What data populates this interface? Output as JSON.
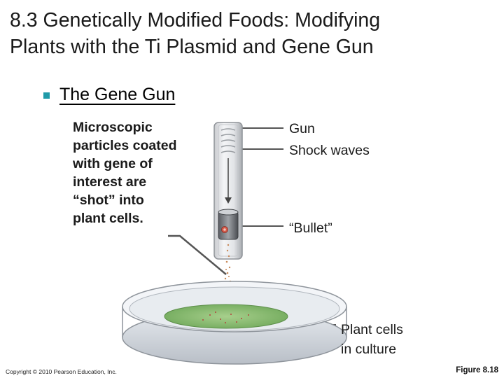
{
  "title": {
    "line1": "8.3 Genetically Modified Foods: Modifying",
    "line2": "Plants with the Ti Plasmid and Gene Gun"
  },
  "bullet": {
    "text": "The Gene Gun"
  },
  "description": {
    "lines": [
      "Microscopic",
      "particles coated",
      "with gene of",
      "interest are",
      "“shot” into",
      "plant cells."
    ]
  },
  "labels": {
    "gun": "Gun",
    "shock_waves": "Shock waves",
    "bullet": "“Bullet”",
    "plant_cells": [
      "Plant cells",
      "in culture"
    ]
  },
  "footer": {
    "copyright": "Copyright © 2010 Pearson Education, Inc.",
    "figure": "Figure 8.18"
  },
  "colors": {
    "bullet_accent": "#1f9aa8",
    "culture_green": "#7fb86a",
    "leader_line": "#555555"
  }
}
